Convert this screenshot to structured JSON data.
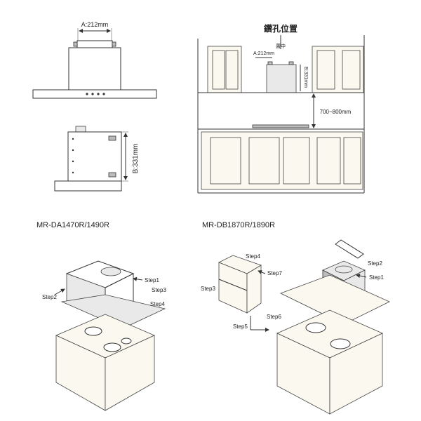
{
  "top_left": {
    "width_label": "A:212mm",
    "height_label": "B:331mm"
  },
  "top_right": {
    "title": "鑽孔位置",
    "center_label": "置中",
    "width_label": "A:212mm",
    "height_label": "B:331mm",
    "range_label": "700~800mm"
  },
  "bottom_left": {
    "model": "MR-DA1470R/1490R",
    "steps": [
      "Step1",
      "Step2",
      "Step3",
      "Step4"
    ]
  },
  "bottom_right": {
    "model": "MR-DB1870R/1890R",
    "steps": [
      "Step1",
      "Step2",
      "Step3",
      "Step4",
      "Step5",
      "Step6",
      "Step7"
    ]
  }
}
